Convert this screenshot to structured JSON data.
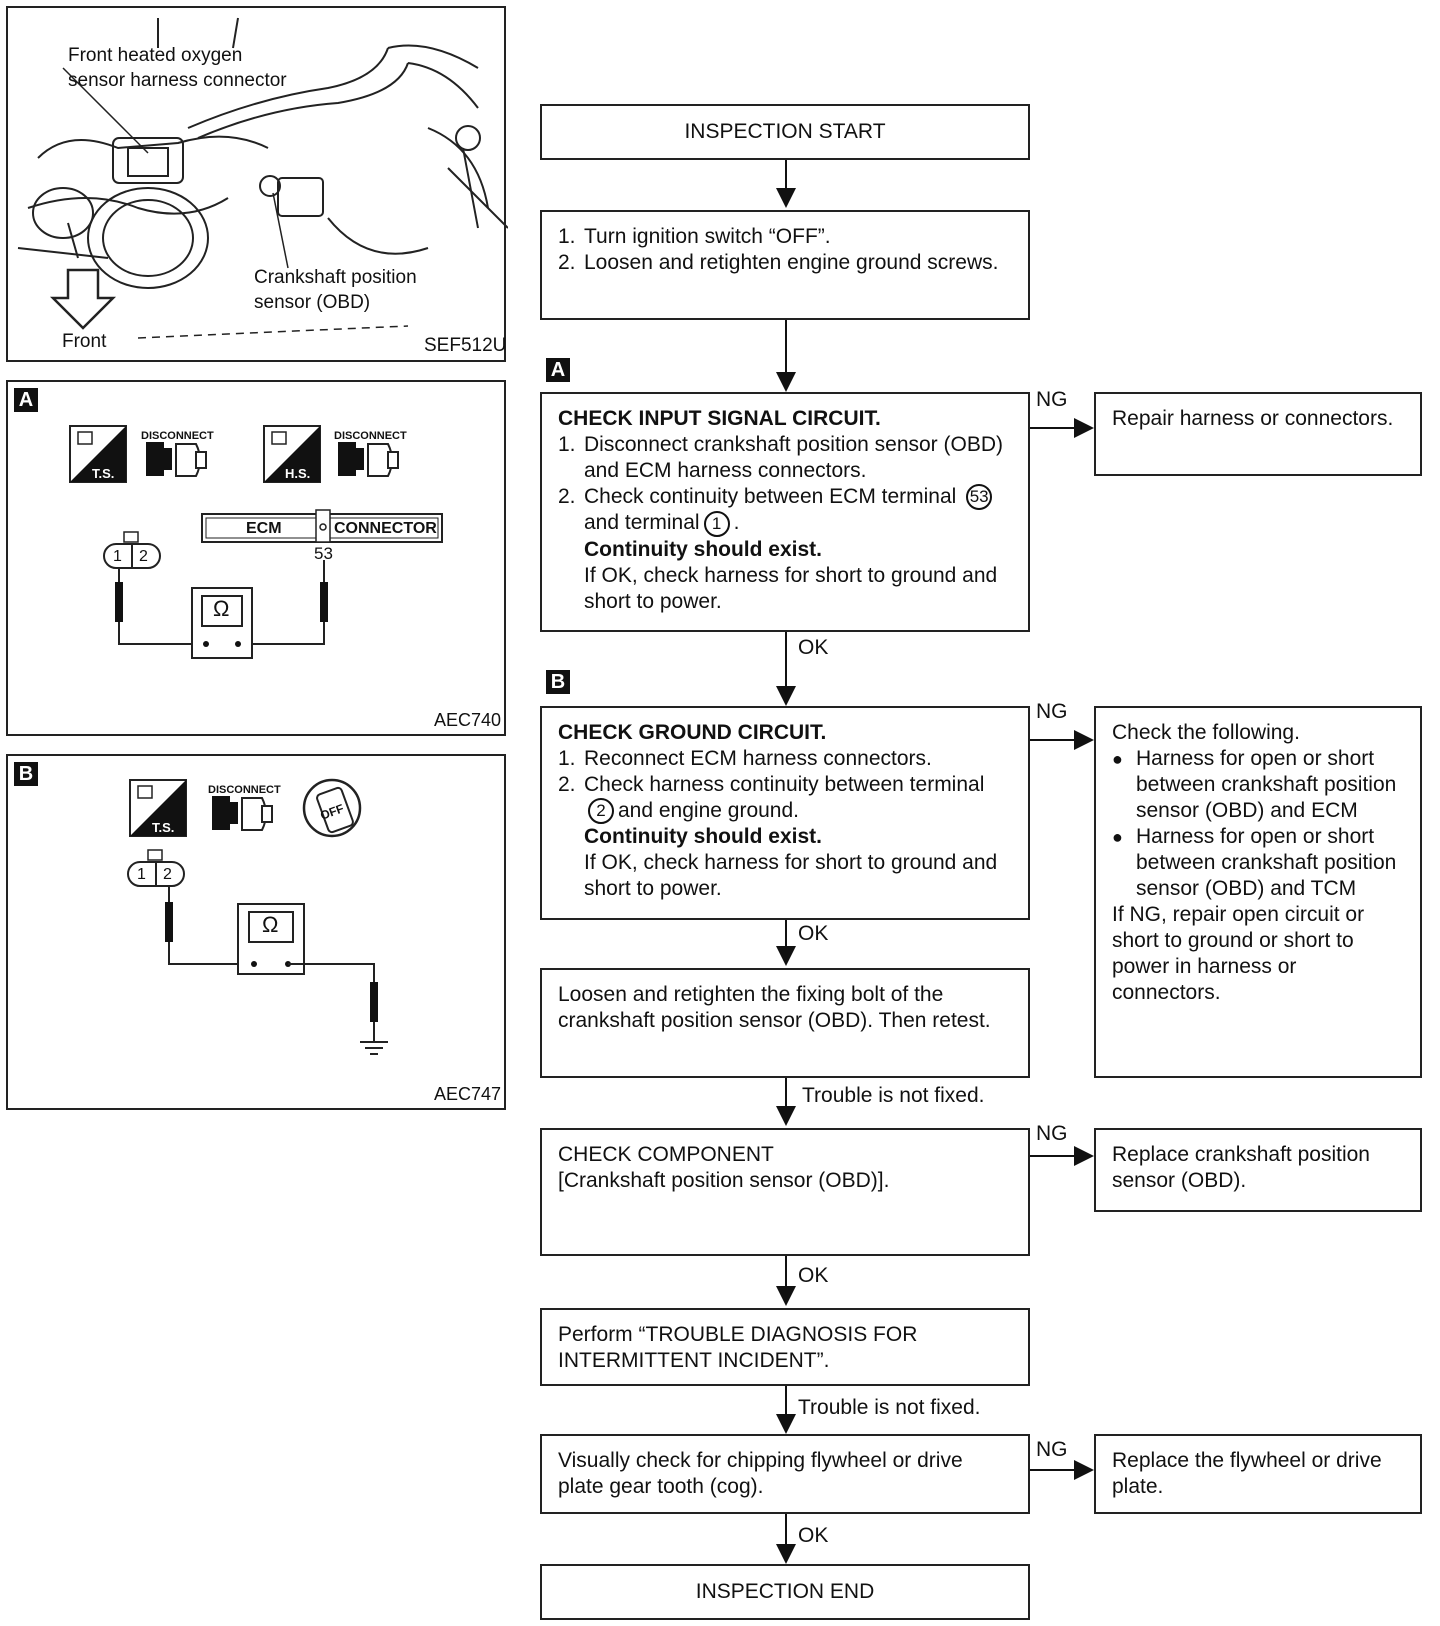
{
  "photo": {
    "label_oxygen_line1": "Front heated oxygen",
    "label_oxygen_line2": "sensor harness connector",
    "label_crank_line1": "Crankshaft position",
    "label_crank_line2": "sensor (OBD)",
    "label_front": "Front",
    "code": "SEF512U"
  },
  "diagram_a": {
    "tag": "A",
    "ts": "T.S.",
    "hs": "H.S.",
    "disconnect": "DISCONNECT",
    "ecm": "ECM",
    "connector": "CONNECTOR",
    "terminal": "53",
    "pin1": "1",
    "pin2": "2",
    "ohm": "Ω",
    "code": "AEC740"
  },
  "diagram_b": {
    "tag": "B",
    "ts": "T.S.",
    "disconnect": "DISCONNECT",
    "off": "OFF",
    "pin1": "1",
    "pin2": "2",
    "ohm": "Ω",
    "code": "AEC747"
  },
  "flow": {
    "start": "INSPECTION START",
    "step1": {
      "items": [
        "Turn ignition switch “OFF”.",
        "Loosen and retighten engine ground screws."
      ]
    },
    "tag_a": "A",
    "check_input": {
      "title": "CHECK INPUT SIGNAL CIRCUIT.",
      "item1": "Disconnect crankshaft position sensor (OBD) and ECM harness connectors.",
      "item2_pre": "Check continuity between ECM terminal",
      "term_a": "53",
      "item2_mid": "and terminal",
      "term_b": "1",
      "item2_post": ".",
      "should": "Continuity should exist.",
      "note": "If OK, check harness for short to ground and short to power."
    },
    "repair_harness": "Repair harness or connectors.",
    "tag_b": "B",
    "check_ground": {
      "title": "CHECK GROUND CIRCUIT.",
      "item1": "Reconnect ECM harness connectors.",
      "item2_pre": "Check harness continuity between terminal",
      "term": "2",
      "item2_post": "and engine ground.",
      "should": "Continuity should exist.",
      "note": "If OK, check harness for short to ground and short to power."
    },
    "check_following": {
      "title": "Check the following.",
      "bullets": [
        "Harness for open or short between crankshaft position sensor (OBD) and ECM",
        "Harness for open or short between crankshaft position sensor (OBD) and TCM"
      ],
      "note": "If NG, repair open circuit or short to ground or short to power in harness or connectors."
    },
    "loosen": "Loosen and retighten the fixing bolt of the crankshaft position sensor (OBD). Then retest.",
    "check_component": {
      "title": "CHECK COMPONENT",
      "sub": "[Crankshaft position sensor (OBD)]."
    },
    "replace_sensor": "Replace crankshaft position sensor (OBD).",
    "perform": "Perform “TROUBLE DIAGNOSIS FOR INTERMITTENT INCIDENT”.",
    "visual": "Visually check for chipping flywheel or drive plate gear tooth (cog).",
    "replace_flywheel": "Replace the flywheel or drive plate.",
    "end": "INSPECTION END",
    "ng": "NG",
    "ok": "OK",
    "not_fixed": "Trouble is not fixed."
  }
}
